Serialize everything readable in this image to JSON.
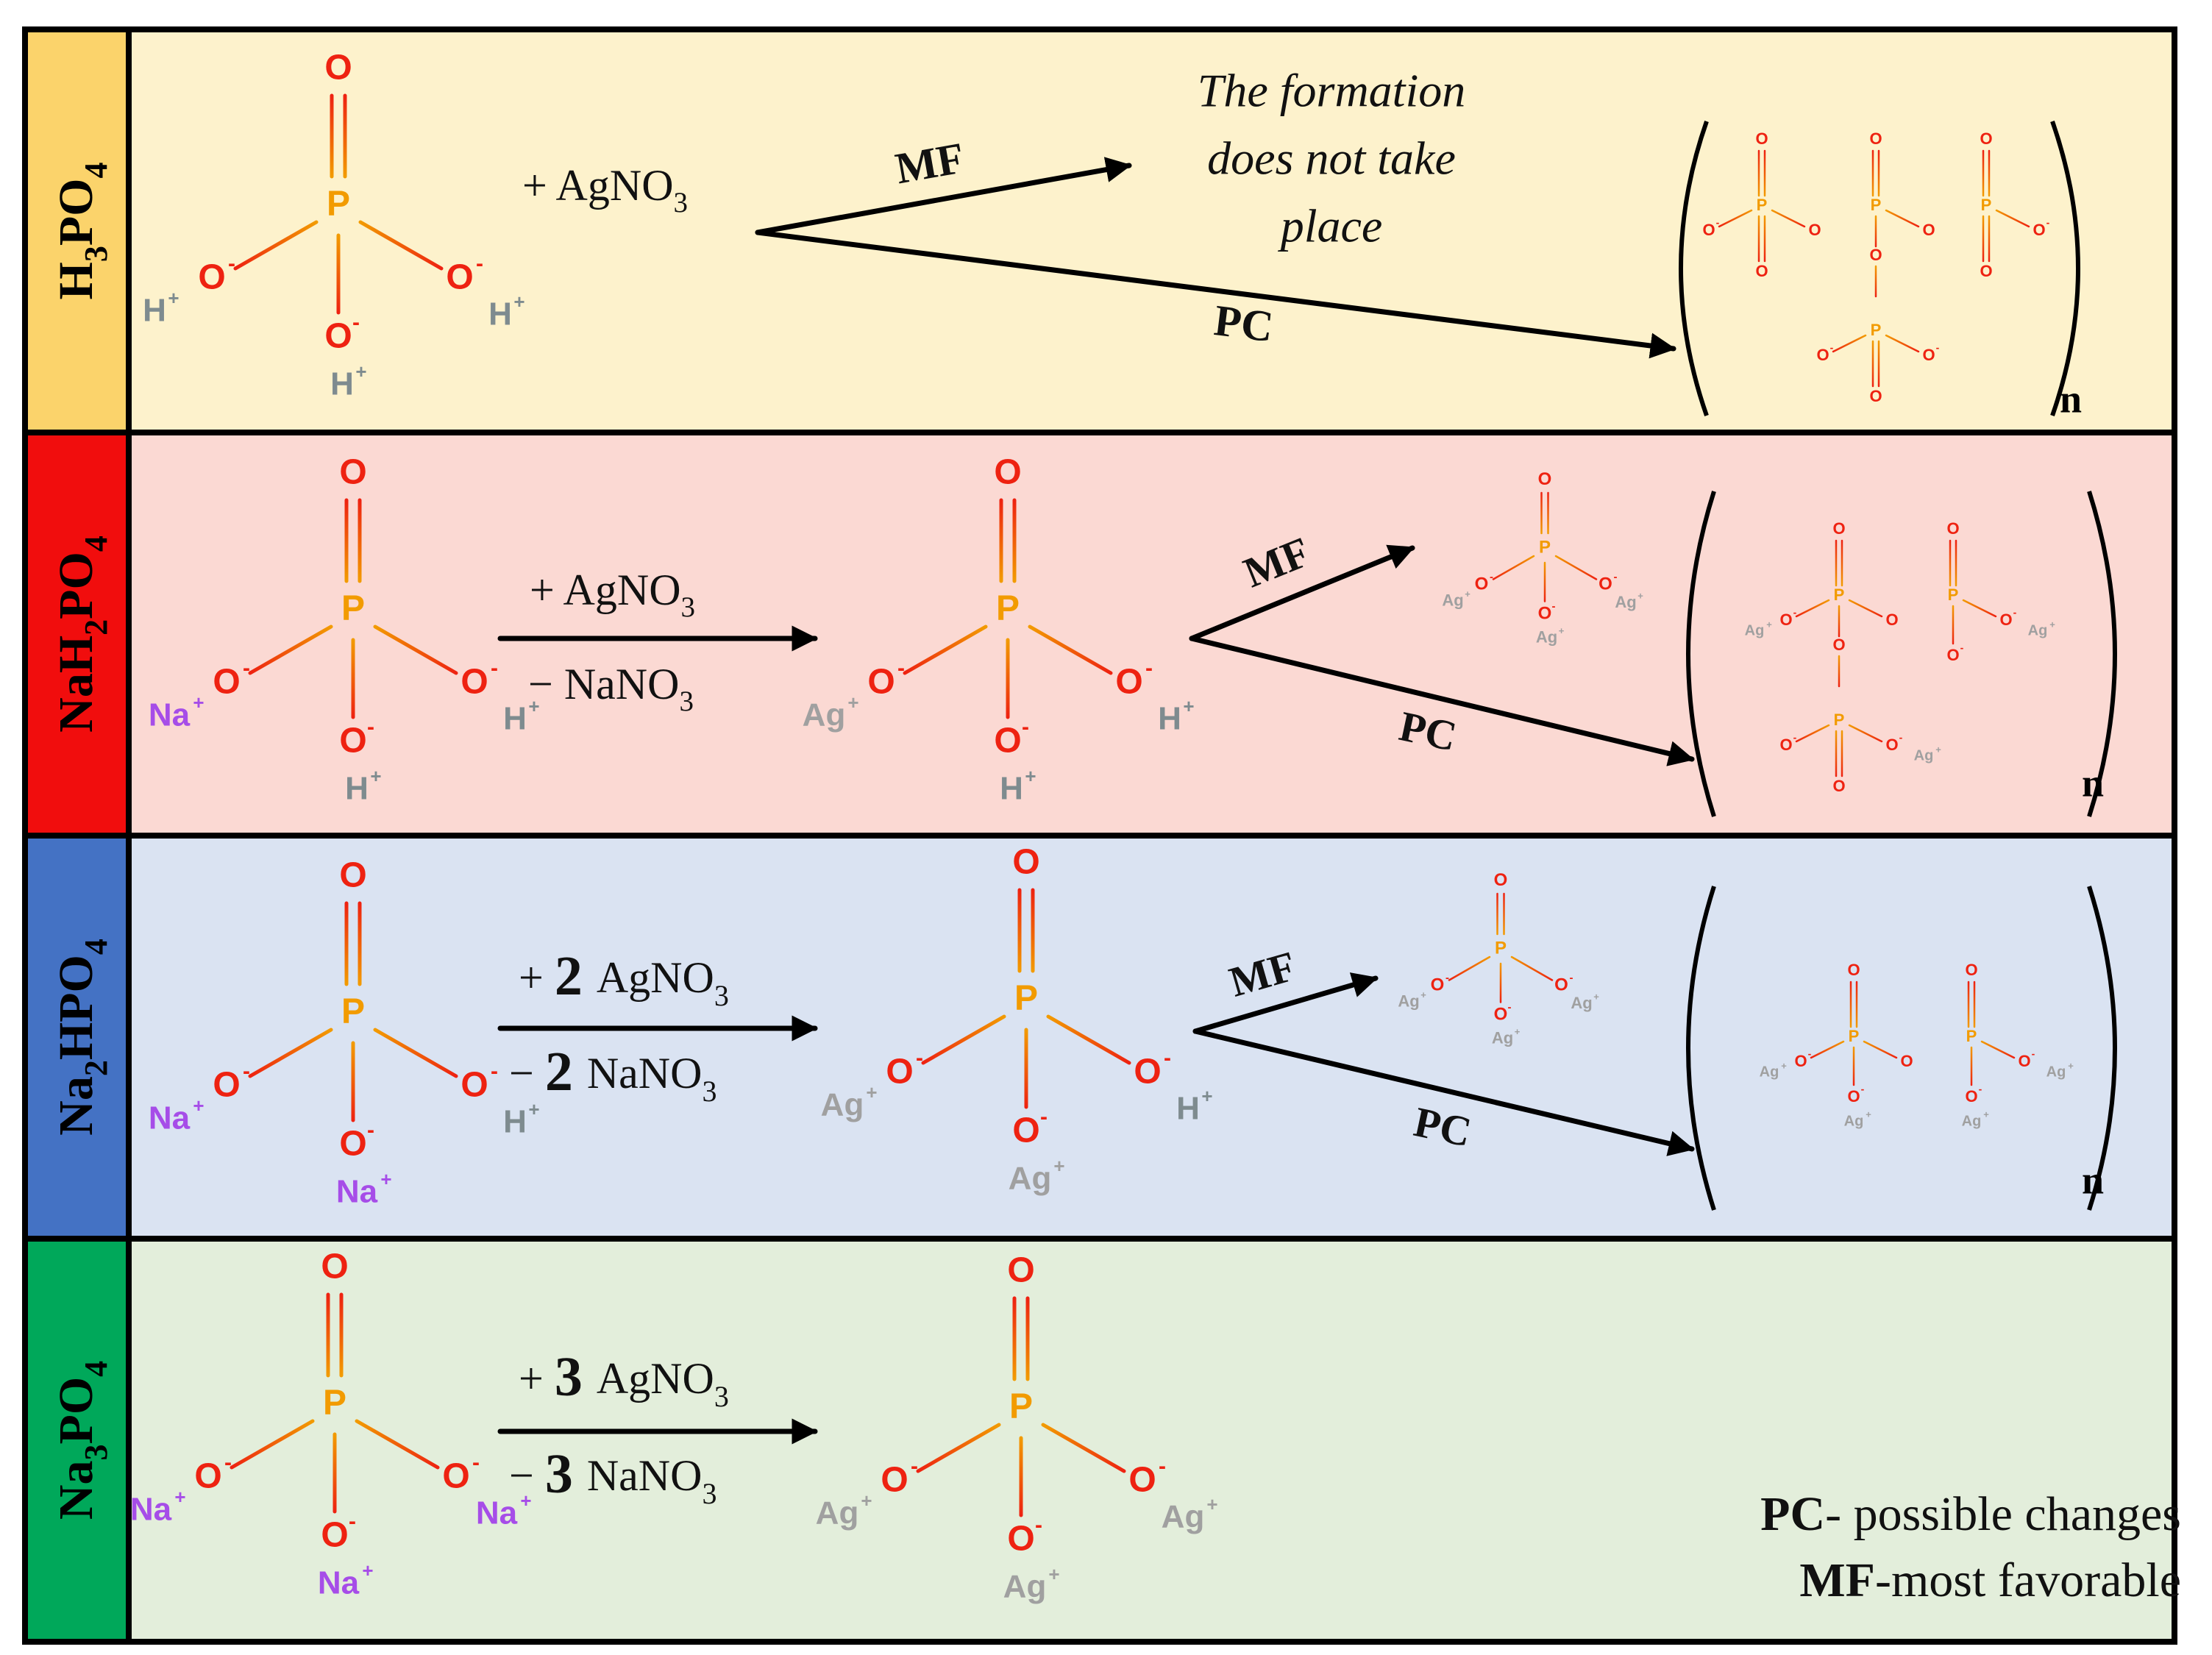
{
  "colors": {
    "row1_bg": "#fdf2cc",
    "row1_label": "#fbd36b",
    "row2_bg": "#fbd9d3",
    "row2_label": "#f10d0d",
    "row3_bg": "#dae3f2",
    "row3_label": "#4472c4",
    "row4_bg": "#e3eedb",
    "row4_label": "#00a85a",
    "oxygen": "#ee2211",
    "phosphorus": "#f29b00",
    "sodium": "#a64de8",
    "hydrogen": "#7e8b8f",
    "silver": "#a0a0a0"
  },
  "atoms": {
    "o": "O",
    "o_minus": "O⁻",
    "p": "P",
    "na": "Na",
    "h": "H",
    "ag": "Ag",
    "plus": "+",
    "minus": "-"
  },
  "rows": [
    {
      "label": {
        "parts": [
          {
            "t": "H"
          },
          {
            "t": "3",
            "sub": true
          },
          {
            "t": "PO"
          },
          {
            "t": "4",
            "sub": true
          }
        ]
      },
      "reagent_plus": "+ AgNO",
      "reagent_sub": "3",
      "mf": "MF",
      "pc": "PC",
      "no_formation": [
        "The formation",
        "does not take",
        "place"
      ],
      "n": "n"
    },
    {
      "label": {
        "parts": [
          {
            "t": "NaH"
          },
          {
            "t": "2",
            "sub": true
          },
          {
            "t": "PO"
          },
          {
            "t": "4",
            "sub": true
          }
        ]
      },
      "reagent_plus": "+ AgNO",
      "reagent_minus": "− NaNO",
      "reagent_sub": "3",
      "mf": "MF",
      "pc": "PC",
      "n": "n"
    },
    {
      "label": {
        "parts": [
          {
            "t": "Na"
          },
          {
            "t": "2",
            "sub": true
          },
          {
            "t": "HPO"
          },
          {
            "t": "4",
            "sub": true
          }
        ]
      },
      "plus_sign": "+",
      "minus_sign": "−",
      "coef": "2",
      "agno": "AgNO",
      "nano": "NaNO",
      "reagent_sub": "3",
      "mf": "MF",
      "pc": "PC",
      "n": "n"
    },
    {
      "label": {
        "parts": [
          {
            "t": "Na"
          },
          {
            "t": "3",
            "sub": true
          },
          {
            "t": "PO"
          },
          {
            "t": "4",
            "sub": true
          }
        ]
      },
      "plus_sign": "+",
      "minus_sign": "−",
      "coef": "3",
      "agno": "AgNO",
      "nano": "NaNO",
      "reagent_sub": "3"
    }
  ],
  "legend": {
    "pc_abbr": "PC",
    "pc_text": "- possible changes",
    "mf_abbr": "MF",
    "mf_text": "-most favorable"
  }
}
